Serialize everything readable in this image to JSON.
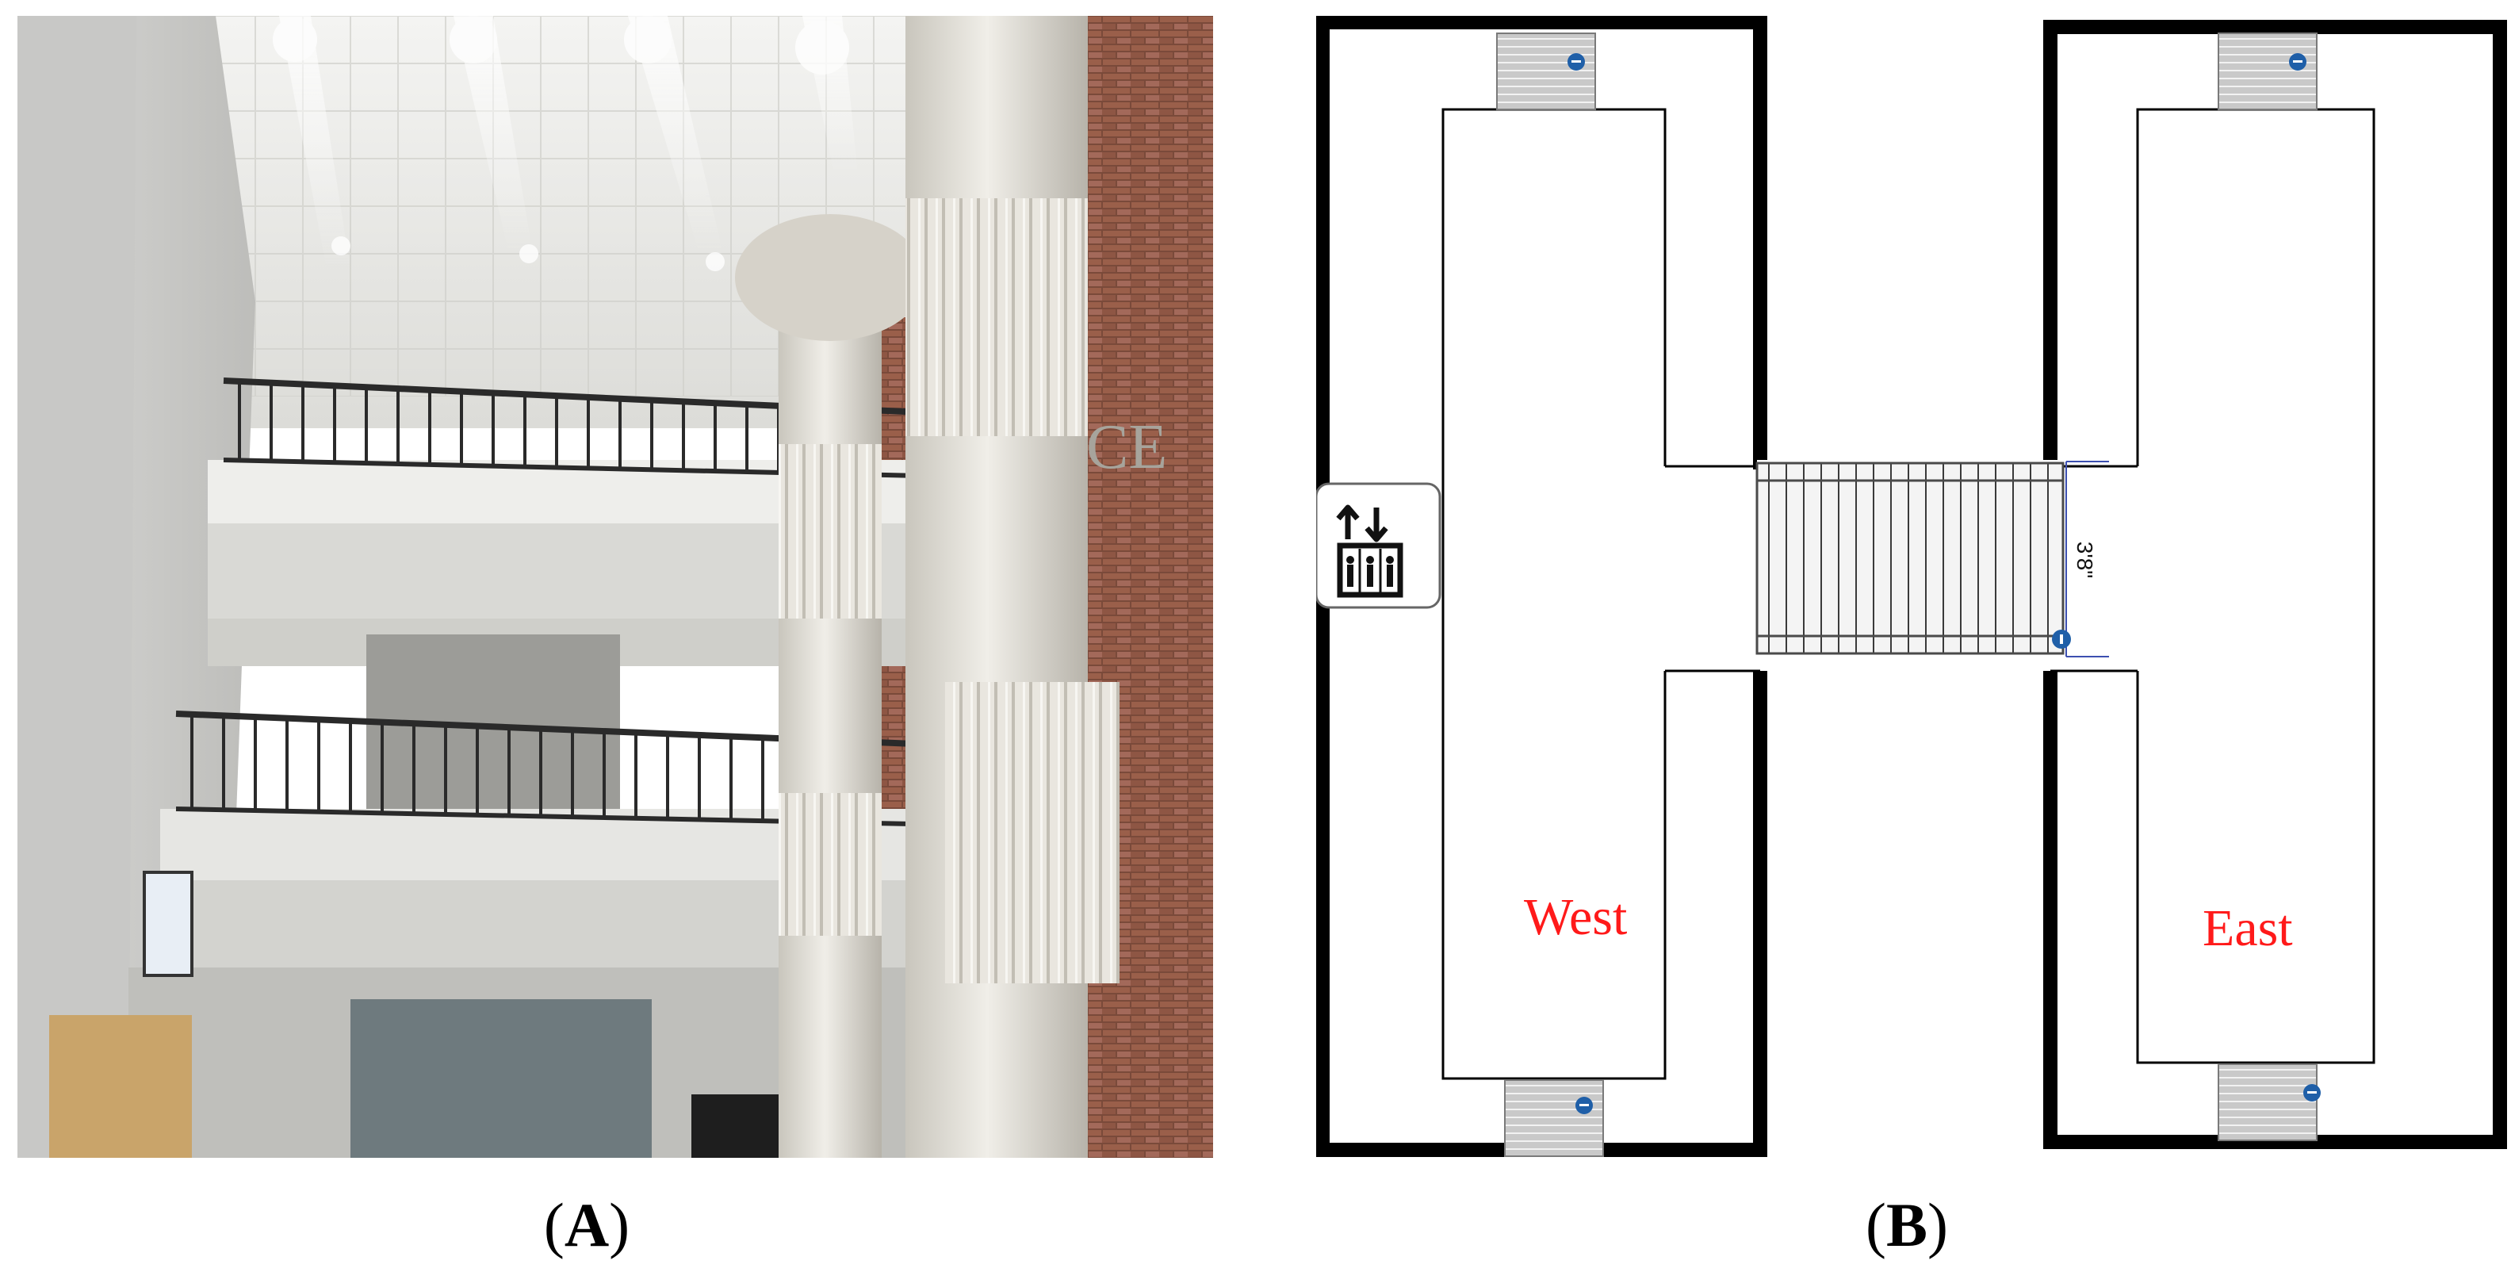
{
  "panel_a": {
    "label_letter": "A",
    "wall_lettering": "CE"
  },
  "panel_b": {
    "label_letter": "B",
    "west_label": "West",
    "east_label": "East",
    "bridge_dimension": "3'8\"",
    "label_color": "#ff1a1a"
  }
}
